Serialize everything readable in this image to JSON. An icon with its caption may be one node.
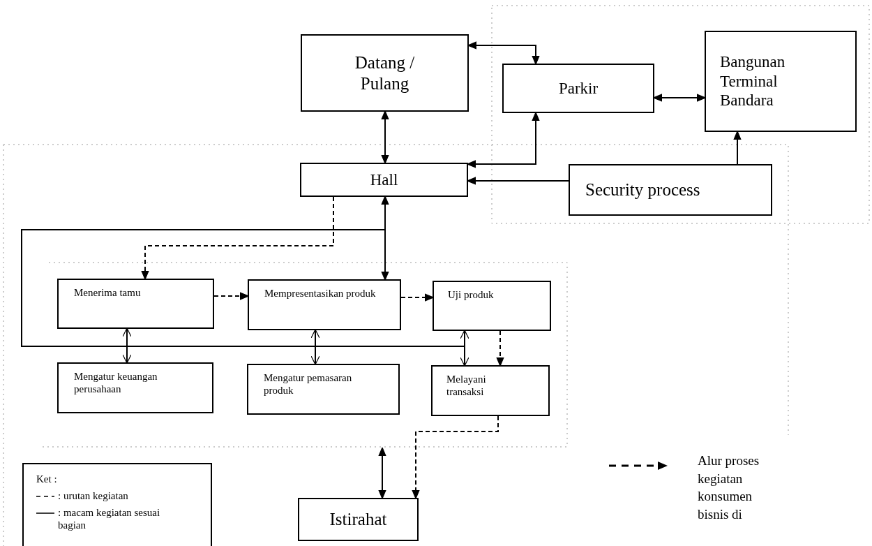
{
  "diagram": {
    "nodes": [
      {
        "text": [
          "Datang / Pulang"
        ]
      },
      {
        "text": [
          "Parkir"
        ]
      },
      {
        "text": [
          "Bangunan Terminal Bandara"
        ]
      },
      {
        "text": [
          "Hall"
        ]
      },
      {
        "text": [
          "Security process"
        ]
      },
      {
        "text": [
          "Menerima tamu"
        ]
      },
      {
        "text": [
          "Mempresentasikan produk"
        ]
      },
      {
        "text": [
          "Uji produk"
        ]
      },
      {
        "text": [
          "Mengatur keuangan perusahaan"
        ]
      },
      {
        "text": [
          "Mengatur pemasaran produk"
        ]
      },
      {
        "text": [
          "Melayani transaksi"
        ]
      },
      {
        "text": [
          "Istirahat"
        ]
      }
    ],
    "edges": [
      {
        "from": 0,
        "to": 1,
        "arrow": "both"
      },
      {
        "from": 1,
        "to": 2,
        "arrow": "both"
      },
      {
        "from": 0,
        "to": 3,
        "arrow": "both"
      },
      {
        "from": 3,
        "to": 1,
        "arrow": "both"
      },
      {
        "from": 4,
        "to": 3,
        "arrow": "to"
      },
      {
        "from": 4,
        "to": 2,
        "arrow": "to"
      },
      {
        "from": 3,
        "to": 6,
        "arrow": "both"
      },
      {
        "from": 3,
        "to": 5,
        "arrow": "to",
        "style": "dashed"
      },
      {
        "from": 5,
        "to": 6,
        "arrow": "to",
        "style": "dashed"
      },
      {
        "from": 6,
        "to": 7,
        "arrow": "to",
        "style": "dashed"
      },
      {
        "from": 7,
        "to": 10,
        "arrow": "to",
        "style": "dashed"
      },
      {
        "from": 5,
        "to": 8,
        "arrow": "both"
      },
      {
        "from": 6,
        "to": 9,
        "arrow": "both"
      },
      {
        "from": 7,
        "to": 10,
        "arrow": "both"
      },
      {
        "from": 11,
        "to": null,
        "arrow": "both"
      },
      {
        "from": 10,
        "to": 11,
        "arrow": "to",
        "style": "dashed"
      }
    ],
    "labels": [
      "Ket :"
    ],
    "legend": [
      {
        "text": ": urutan kegiatan"
      },
      {
        "text": ": macam kegiatan sesuai bagian"
      },
      {
        "text": "Alur proses kegiatan konsumen bisnis di"
      }
    ]
  }
}
